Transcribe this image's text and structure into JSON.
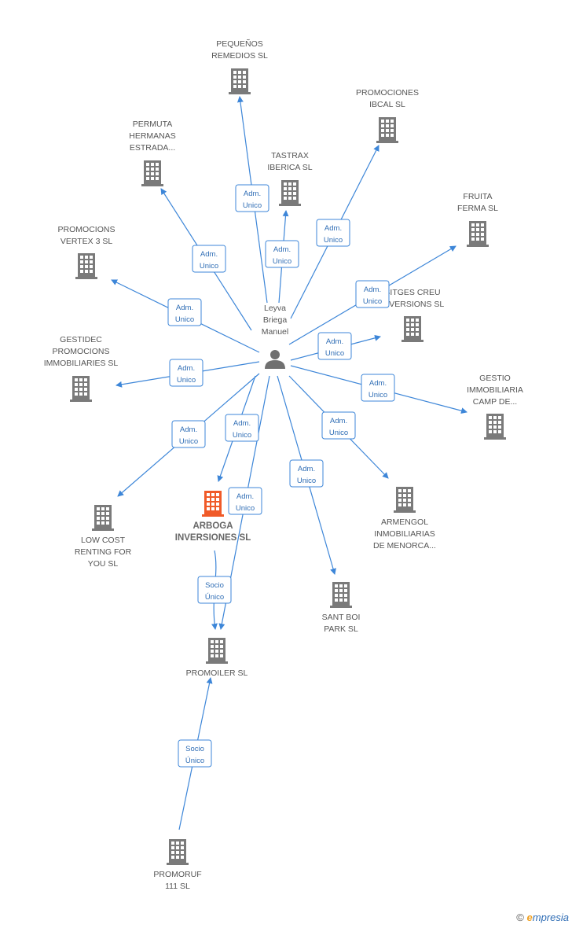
{
  "colors": {
    "edge": "#3d86d8",
    "company": "#7a7a7a",
    "highlight": "#f05a28",
    "label_text": "#2f6db5",
    "label_border": "#3d86d8"
  },
  "person": {
    "label": [
      "Leyva",
      "Briega",
      "Manuel"
    ],
    "icon": "person-icon"
  },
  "nodes": [
    {
      "id": "pequenos",
      "label": [
        "PEQUEÑOS",
        "REMEDIOS SL"
      ]
    },
    {
      "id": "promociones_ibcal",
      "label": [
        "PROMOCIONES",
        "IBCAL SL"
      ]
    },
    {
      "id": "permuta",
      "label": [
        "PERMUTA",
        "HERMANAS",
        "ESTRADA..."
      ]
    },
    {
      "id": "tastrax",
      "label": [
        "TASTRAX",
        "IBERICA SL"
      ]
    },
    {
      "id": "fruita",
      "label": [
        "FRUITA",
        "FERMA SL"
      ]
    },
    {
      "id": "vertex",
      "label": [
        "PROMOCIONS",
        "VERTEX 3 SL"
      ]
    },
    {
      "id": "sitges",
      "label": [
        "SITGES CREU",
        "INVERSIONS SL"
      ]
    },
    {
      "id": "gestidec",
      "label": [
        "GESTIDEC",
        "PROMOCIONS",
        "IMMOBILIARIES SL"
      ]
    },
    {
      "id": "gestio",
      "label": [
        "GESTIO",
        "IMMOBILIARIA",
        "CAMP DE..."
      ]
    },
    {
      "id": "lowcost",
      "label": [
        "LOW COST",
        "RENTING FOR",
        "YOU SL"
      ]
    },
    {
      "id": "arboga",
      "label": [
        "ARBOGA",
        "INVERSIONES SL"
      ],
      "highlight": true
    },
    {
      "id": "armengol",
      "label": [
        "ARMENGOL",
        "INMOBILIARIAS",
        "DE MENORCA..."
      ]
    },
    {
      "id": "santboi",
      "label": [
        "SANT BOI",
        "PARK SL"
      ]
    },
    {
      "id": "promoiler",
      "label": [
        "PROMOILER SL"
      ]
    },
    {
      "id": "promoruf",
      "label": [
        "PROMORUF",
        "111 SL"
      ]
    }
  ],
  "edges": [
    {
      "from": "person",
      "to": "pequenos",
      "label": [
        "Adm.",
        "Unico"
      ]
    },
    {
      "from": "person",
      "to": "promociones_ibcal",
      "label": [
        "Adm.",
        "Unico"
      ]
    },
    {
      "from": "person",
      "to": "permuta",
      "label": [
        "Adm.",
        "Unico"
      ]
    },
    {
      "from": "person",
      "to": "tastrax",
      "label": [
        "Adm.",
        "Unico"
      ]
    },
    {
      "from": "person",
      "to": "fruita",
      "label": [
        "Adm.",
        "Unico"
      ]
    },
    {
      "from": "person",
      "to": "vertex",
      "label": [
        "Adm.",
        "Unico"
      ]
    },
    {
      "from": "person",
      "to": "sitges",
      "label": [
        "Adm.",
        "Unico"
      ]
    },
    {
      "from": "person",
      "to": "gestidec",
      "label": [
        "Adm.",
        "Unico"
      ]
    },
    {
      "from": "person",
      "to": "gestio",
      "label": [
        "Adm.",
        "Unico"
      ]
    },
    {
      "from": "person",
      "to": "lowcost",
      "label": [
        "Adm.",
        "Unico"
      ]
    },
    {
      "from": "person",
      "to": "arboga",
      "label": [
        "Adm.",
        "Unico"
      ]
    },
    {
      "from": "person",
      "to": "armengol",
      "label": [
        "Adm.",
        "Unico"
      ]
    },
    {
      "from": "person",
      "to": "santboi",
      "label": [
        "Adm.",
        "Unico"
      ]
    },
    {
      "from": "person",
      "to": "promoiler",
      "label": [
        "Adm.",
        "Unico"
      ]
    },
    {
      "from": "arboga",
      "to": "promoiler",
      "label": [
        "Socio",
        "Único"
      ]
    },
    {
      "from": "promoruf",
      "to": "promoiler",
      "label": [
        "Socio",
        "Único"
      ]
    }
  ],
  "footer": {
    "copyright": "©",
    "brand_initial": "e",
    "brand_rest": "mpresia"
  }
}
